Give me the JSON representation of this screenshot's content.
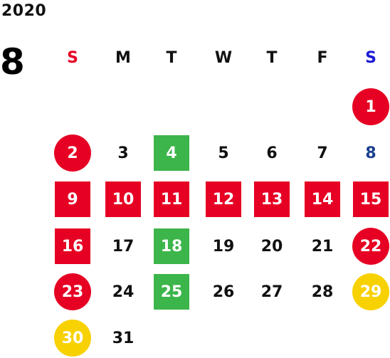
{
  "calendar": {
    "year": "2020",
    "month": "8",
    "weekdays": [
      {
        "label": "S",
        "color": "#e60023"
      },
      {
        "label": "M",
        "color": "#111111"
      },
      {
        "label": "T",
        "color": "#111111"
      },
      {
        "label": "W",
        "color": "#111111"
      },
      {
        "label": "T",
        "color": "#111111"
      },
      {
        "label": "F",
        "color": "#111111"
      },
      {
        "label": "S",
        "color": "#1a1ad6"
      }
    ],
    "first_weekday_index": 6,
    "days": [
      {
        "day": "1",
        "style": "circle-red"
      },
      {
        "day": "2",
        "style": "circle-red"
      },
      {
        "day": "3",
        "style": "plain"
      },
      {
        "day": "4",
        "style": "sq-green"
      },
      {
        "day": "5",
        "style": "plain"
      },
      {
        "day": "6",
        "style": "plain"
      },
      {
        "day": "7",
        "style": "plain"
      },
      {
        "day": "8",
        "style": "plain-blue"
      },
      {
        "day": "9",
        "style": "sq-red"
      },
      {
        "day": "10",
        "style": "sq-red"
      },
      {
        "day": "11",
        "style": "sq-red"
      },
      {
        "day": "12",
        "style": "sq-red"
      },
      {
        "day": "13",
        "style": "sq-red"
      },
      {
        "day": "14",
        "style": "sq-red"
      },
      {
        "day": "15",
        "style": "sq-red"
      },
      {
        "day": "16",
        "style": "sq-red"
      },
      {
        "day": "17",
        "style": "plain"
      },
      {
        "day": "18",
        "style": "sq-green"
      },
      {
        "day": "19",
        "style": "plain"
      },
      {
        "day": "20",
        "style": "plain"
      },
      {
        "day": "21",
        "style": "plain"
      },
      {
        "day": "22",
        "style": "circle-red"
      },
      {
        "day": "23",
        "style": "circle-red"
      },
      {
        "day": "24",
        "style": "plain"
      },
      {
        "day": "25",
        "style": "sq-green"
      },
      {
        "day": "26",
        "style": "plain"
      },
      {
        "day": "27",
        "style": "plain"
      },
      {
        "day": "28",
        "style": "plain"
      },
      {
        "day": "29",
        "style": "circle-yellow"
      },
      {
        "day": "30",
        "style": "circle-yellow"
      },
      {
        "day": "31",
        "style": "plain"
      }
    ],
    "colors": {
      "holiday_red": "#e60023",
      "event_green": "#3cb54a",
      "special_yellow": "#f8d100",
      "saturday_blue": "#1a3f8f"
    }
  }
}
